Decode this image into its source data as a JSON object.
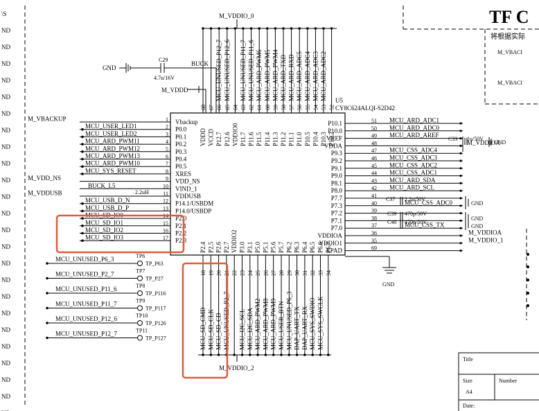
{
  "left_rail_labels": [
    "\\S",
    "ND",
    "ND",
    "ND",
    "ND",
    "ND",
    "ND",
    "ND",
    "ND",
    "ND",
    "ND",
    "ND",
    "ND",
    "ND",
    "ND",
    "ND",
    "ND",
    "ND",
    "ND",
    "ND",
    "ND",
    "ND",
    "ND",
    "ND",
    "ND"
  ],
  "title_block_right": {
    "heading": "TF C",
    "note": "将根据实际",
    "net1": "M_VBACI",
    "net2": "M_VBACI"
  },
  "title_block_bottom": {
    "title_label": "Title",
    "size_label": "Size",
    "number_label": "Number",
    "size_value": "A4",
    "date_label": "Date:"
  },
  "chip": {
    "ref": "U5",
    "part": "CY8C624ALQI-S2D42",
    "left_pins": [
      {
        "num": "1",
        "name": "Vbackup",
        "net": "M_VBACKUP"
      },
      {
        "num": "2",
        "name": "P0.0",
        "net": "MCU_USER_LED1"
      },
      {
        "num": "3",
        "name": "P0.1",
        "net": "MCU_USER_LED2"
      },
      {
        "num": "4",
        "name": "P0.2",
        "net": "MCU_ARD_PWM11"
      },
      {
        "num": "5",
        "name": "P0.3",
        "net": "MCU_ARD_PWM12"
      },
      {
        "num": "6",
        "name": "P0.4",
        "net": "MCU_ARD_PWM13"
      },
      {
        "num": "7",
        "name": "P0.5",
        "net": "MCU_ARD_PWM10"
      },
      {
        "num": "8",
        "name": "XRES",
        "net": "MCU_SYS_RESET"
      },
      {
        "num": "9",
        "name": "VDD_NS",
        "net": "M_VDD_NS"
      },
      {
        "num": "10",
        "name": "VIND_1",
        "net": "BUCK_L5"
      },
      {
        "num": "11",
        "name": "VDDUSB",
        "net": "M_VDDUSB"
      },
      {
        "num": "12",
        "name": "P14.1/USBDM",
        "net": "MCU_USB_D_N"
      },
      {
        "num": "13",
        "name": "P14.0/USBDP",
        "net": "MCU_USB_D_P"
      },
      {
        "num": "14",
        "name": "P2.0",
        "net": "MCU_SD_IO0"
      },
      {
        "num": "15",
        "name": "P2.1",
        "net": "MCU_SD_IO1"
      },
      {
        "num": "16",
        "name": "P2.2",
        "net": "MCU_SD_IO2"
      },
      {
        "num": "17",
        "name": "P2.3",
        "net": "MCU_SD_IO3"
      }
    ],
    "right_pins": [
      {
        "num": "51",
        "name": "P10.1",
        "net": "MCU_ARD_ADC1"
      },
      {
        "num": "50",
        "name": "P10.0",
        "net": "MCU_ARD_ADC0"
      },
      {
        "num": "49",
        "name": "VREF",
        "net": "MCU_ARD_AREF"
      },
      {
        "num": "48",
        "name": "VDDA",
        "net": "M_VDDIOA"
      },
      {
        "num": "47",
        "name": "P9.3",
        "net": "MCU_CSS_ADC4"
      },
      {
        "num": "46",
        "name": "P9.2",
        "net": "MCU_CSS_ADC3"
      },
      {
        "num": "45",
        "name": "P9.1",
        "net": "MCU_CSS_ADC2"
      },
      {
        "num": "44",
        "name": "P9.0",
        "net": "MCU_CSS_ADC1"
      },
      {
        "num": "43",
        "name": "P8.1",
        "net": "MCU_ARD_SDA"
      },
      {
        "num": "42",
        "name": "P8.0",
        "net": "MCU_ARD_SCL"
      },
      {
        "num": "41",
        "name": "P7.7",
        "net": ""
      },
      {
        "num": "40",
        "name": "P7.3",
        "net": "MCU_CSS_ADC0"
      },
      {
        "num": "39",
        "name": "P7.2",
        "net": ""
      },
      {
        "num": "38",
        "name": "P7.1",
        "net": ""
      },
      {
        "num": "37",
        "name": "P7.0",
        "net": "MCU_CSS_TX"
      },
      {
        "num": "36",
        "name": "VDDIOA",
        "net": "M_VDDIOA"
      },
      {
        "num": "35",
        "name": "VDDIO1",
        "net": "M_VDDIO_1"
      },
      {
        "num": "69",
        "name": "EPAD",
        "net": ""
      }
    ],
    "top_pins": [
      {
        "num": "68",
        "name": "VDDD",
        "net": ""
      },
      {
        "num": "67",
        "name": "VCCD",
        "net": ""
      },
      {
        "num": "66",
        "name": "P12.7",
        "net": "MCU_UNUSED_P12_7"
      },
      {
        "num": "65",
        "name": "P12.6",
        "net": "MCU_UNUSED_P12_6"
      },
      {
        "num": "64",
        "name": "VDDIO0",
        "net": ""
      },
      {
        "num": "63",
        "name": "P11.7",
        "net": "MCU_UNUSED_P11_7"
      },
      {
        "num": "62",
        "name": "P11.6",
        "net": "MCU_UNUSED_P11_6"
      },
      {
        "num": "61",
        "name": "P11.5",
        "net": "MCU_ARD_PWM6"
      },
      {
        "num": "60",
        "name": "P11.4",
        "net": "MCU_ARD_PWM5"
      },
      {
        "num": "59",
        "name": "P11.3",
        "net": "MCU_ARD_PWM4"
      },
      {
        "num": "58",
        "name": "P11.2",
        "net": "MCU_ARD_TXD"
      },
      {
        "num": "57",
        "name": "P11.1",
        "net": "MCU_ARD_RXD"
      },
      {
        "num": "56",
        "name": "P11.0",
        "net": "MCU_ARD_ADC5"
      },
      {
        "num": "55",
        "name": "P10.5",
        "net": "MCU_ARD_ADC4"
      },
      {
        "num": "54",
        "name": "P10.4",
        "net": "MCU_ARD_ADC3"
      },
      {
        "num": "53",
        "name": "P10.3",
        "net": "MCU_ARD_ADC2"
      },
      {
        "num": "52",
        "name": "P10.2",
        "net": ""
      }
    ],
    "bottom_pins": [
      {
        "num": "18",
        "name": "P2.4",
        "net": "MCU_SD_CMD"
      },
      {
        "num": "19",
        "name": "P2.5",
        "net": "MCU_SD_CLK"
      },
      {
        "num": "20",
        "name": "P2.6",
        "net": "MCU_SD_CD"
      },
      {
        "num": "21",
        "name": "P2.7",
        "net": "MCU_UNUSED_P2_7"
      },
      {
        "num": "22",
        "name": "VDDIO2",
        "net": ""
      },
      {
        "num": "23",
        "name": "P3.0",
        "net": "MCU_I2C_SCL"
      },
      {
        "num": "24",
        "name": "P3.1",
        "net": "MCU_I2C_SDA"
      },
      {
        "num": "25",
        "name": "P5.0",
        "net": "MCU_ARD_PWM2"
      },
      {
        "num": "26",
        "name": "P5.1",
        "net": "MCU_ARD_PWM8"
      },
      {
        "num": "27",
        "name": "P5.6",
        "net": "MCU_ARD_PWM9"
      },
      {
        "num": "28",
        "name": "P5.7",
        "net": "MCU_USER_BTN"
      },
      {
        "num": "29",
        "name": "P6.2",
        "net": "MCU_UNUSED_P6_3"
      },
      {
        "num": "30",
        "name": "P6.3",
        "net": "DAP_UART_TX"
      },
      {
        "num": "31",
        "name": "P6.4",
        "net": "DAP_UART_RX"
      },
      {
        "num": "32",
        "name": "P6.5",
        "net": "MCU_SYS_SWDIO"
      },
      {
        "num": "33",
        "name": "P6.6",
        "net": "MCU_SYS_SWCLK"
      },
      {
        "num": "34",
        "name": "P6.7",
        "net": ""
      }
    ]
  },
  "power": {
    "top_rail": "M_VDDIO_0",
    "bottom_rail": "M_VDDIO_2",
    "vddd": "M_VDDD",
    "buck": "BUCK",
    "gnd": "GND",
    "epad_gnd": "GND"
  },
  "capacitors": {
    "c29_ref": "C29",
    "c29_val": "4.7u/16V",
    "c33_ref": "C33",
    "c33_val": "1u/50V",
    "c37_ref": "C37",
    "c37_val": "2.2n/50V",
    "c39_ref": "C39",
    "c39_val": "470p/50V",
    "c40_ref": "C40",
    "c40_val": "470p/50V",
    "gnd": "GND",
    "inductor_val": "2.2uH"
  },
  "test_points": [
    {
      "ref": "TP6",
      "net": "MCU_UNUSED_P6_3",
      "tp": "TP_P63"
    },
    {
      "ref": "TP7",
      "net": "MCU_UNUSED_P2_7",
      "tp": "TP_P27"
    },
    {
      "ref": "TP8",
      "net": "MCU_UNUSED_P11_6",
      "tp": "TP_P116"
    },
    {
      "ref": "TP9",
      "net": "MCU_UNUSED_P11_7",
      "tp": "TP_P117"
    },
    {
      "ref": "TP10",
      "net": "MCU_UNUSED_P12_6",
      "tp": "TP_P126"
    },
    {
      "ref": "TP11",
      "net": "MCU_UNUSED_P12_7",
      "tp": "TP_P127"
    }
  ],
  "highlight_color": "#e05a3a"
}
